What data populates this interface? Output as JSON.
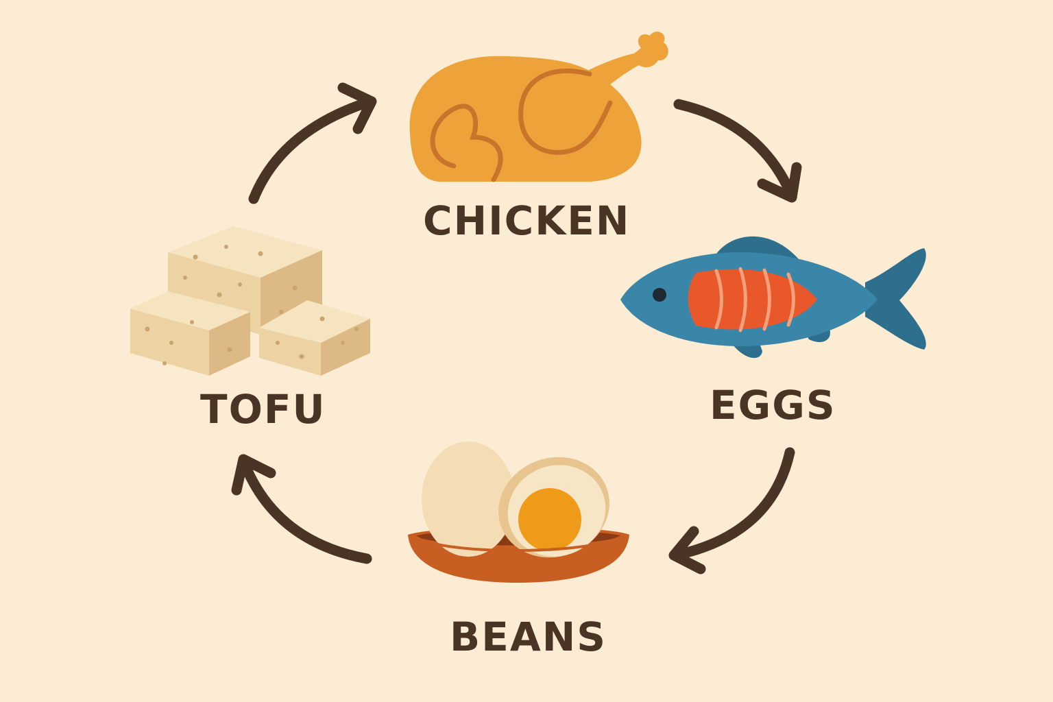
{
  "diagram": {
    "type": "cycle",
    "colors": {
      "background": "#fbecd3",
      "arrow": "#4a3426",
      "label": "#4a3426",
      "chicken": "#eea33a",
      "chicken_line": "#c8742a",
      "fish": "#3a86a8",
      "fish_flesh": "#e8582a",
      "egg_shell": "#f4ddb4",
      "egg_yolk": "#f09a1a",
      "bowl": "#c95e22",
      "tofu": "#f0d8ac"
    },
    "nodes": [
      {
        "id": "chicken",
        "label": "CHICKEN",
        "icon": "roast-chicken-icon"
      },
      {
        "id": "eggs",
        "label": "EGGS",
        "icon": "fish-icon"
      },
      {
        "id": "beans",
        "label": "BEANS",
        "icon": "eggs-in-bowl-icon"
      },
      {
        "id": "tofu",
        "label": "TOFU",
        "icon": "tofu-blocks-icon"
      }
    ],
    "edges": [
      {
        "from": "chicken",
        "to": "eggs"
      },
      {
        "from": "eggs",
        "to": "beans"
      },
      {
        "from": "beans",
        "to": "tofu"
      },
      {
        "from": "tofu",
        "to": "chicken"
      }
    ]
  }
}
